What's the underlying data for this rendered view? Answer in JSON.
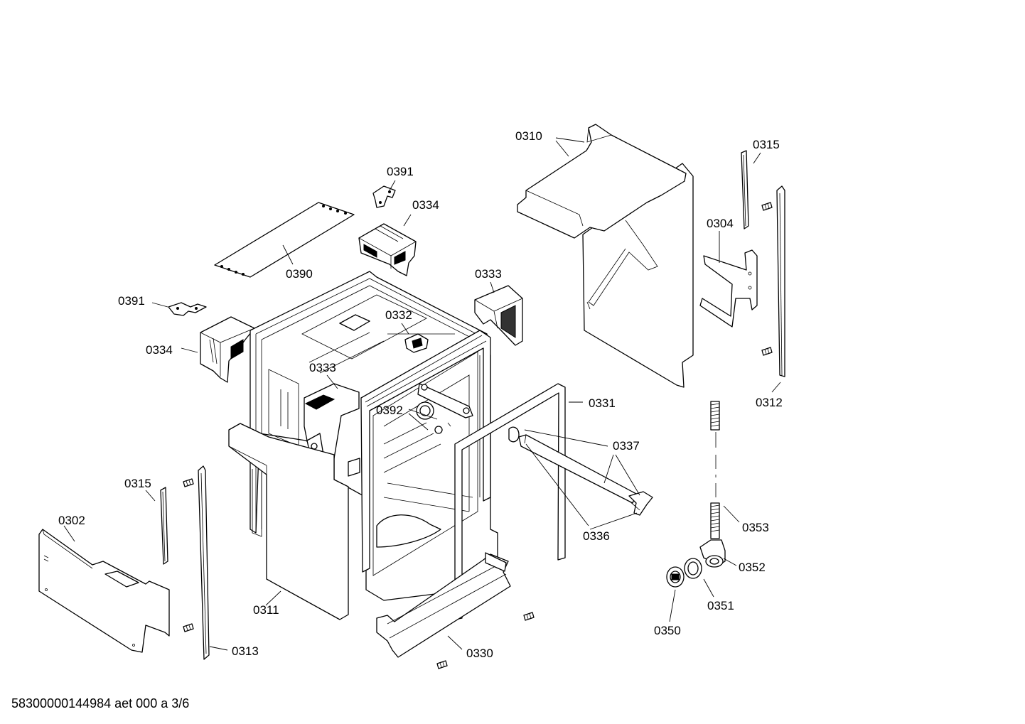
{
  "footer": {
    "document_code": "58300000144984 aet 000 a 3/6"
  },
  "labels": {
    "p0310": "0310",
    "p0315_top": "0315",
    "p0391_top": "0391",
    "p0334_top": "0334",
    "p0304": "0304",
    "p0390": "0390",
    "p0333_right": "0333",
    "p0391_left": "0391",
    "p0332": "0332",
    "p0334_left": "0334",
    "p0333_mid": "0333",
    "p0331": "0331",
    "p0312": "0312",
    "p0392": "0392",
    "p0337": "0337",
    "p0315_bottom": "0315",
    "p0302": "0302",
    "p0336": "0336",
    "p0353": "0353",
    "p0352": "0352",
    "p0311": "0311",
    "p0351": "0351",
    "p0350": "0350",
    "p0313": "0313",
    "p0330": "0330"
  }
}
